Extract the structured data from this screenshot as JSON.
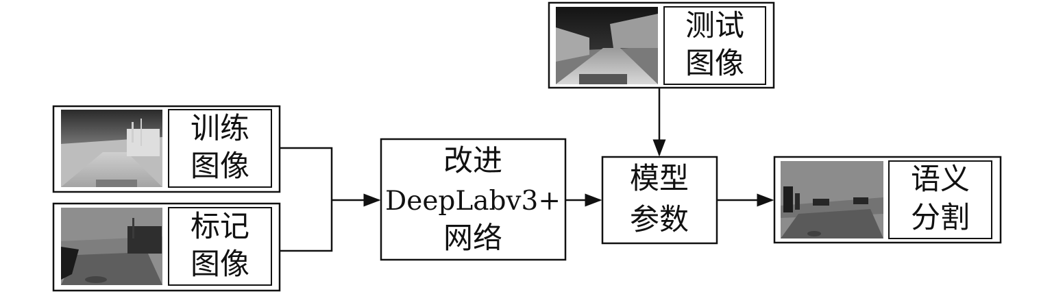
{
  "nodes": {
    "train_image": {
      "line1": "训练",
      "line2": "图像"
    },
    "label_image": {
      "line1": "标记",
      "line2": "图像"
    },
    "network": {
      "line1": "改进",
      "line2": "DeepLabv3+",
      "line3": "网络"
    },
    "test_image": {
      "line1": "测试",
      "line2": "图像"
    },
    "model_params": {
      "line1": "模型",
      "line2": "参数"
    },
    "segmentation": {
      "line1": "语义",
      "line2": "分割"
    }
  },
  "edges": [
    {
      "from": "train_image",
      "to": "network"
    },
    {
      "from": "label_image",
      "to": "network"
    },
    {
      "from": "network",
      "to": "model_params"
    },
    {
      "from": "test_image",
      "to": "model_params"
    },
    {
      "from": "model_params",
      "to": "segmentation"
    }
  ],
  "colors": {
    "ink": "#111111",
    "background": "#ffffff"
  }
}
